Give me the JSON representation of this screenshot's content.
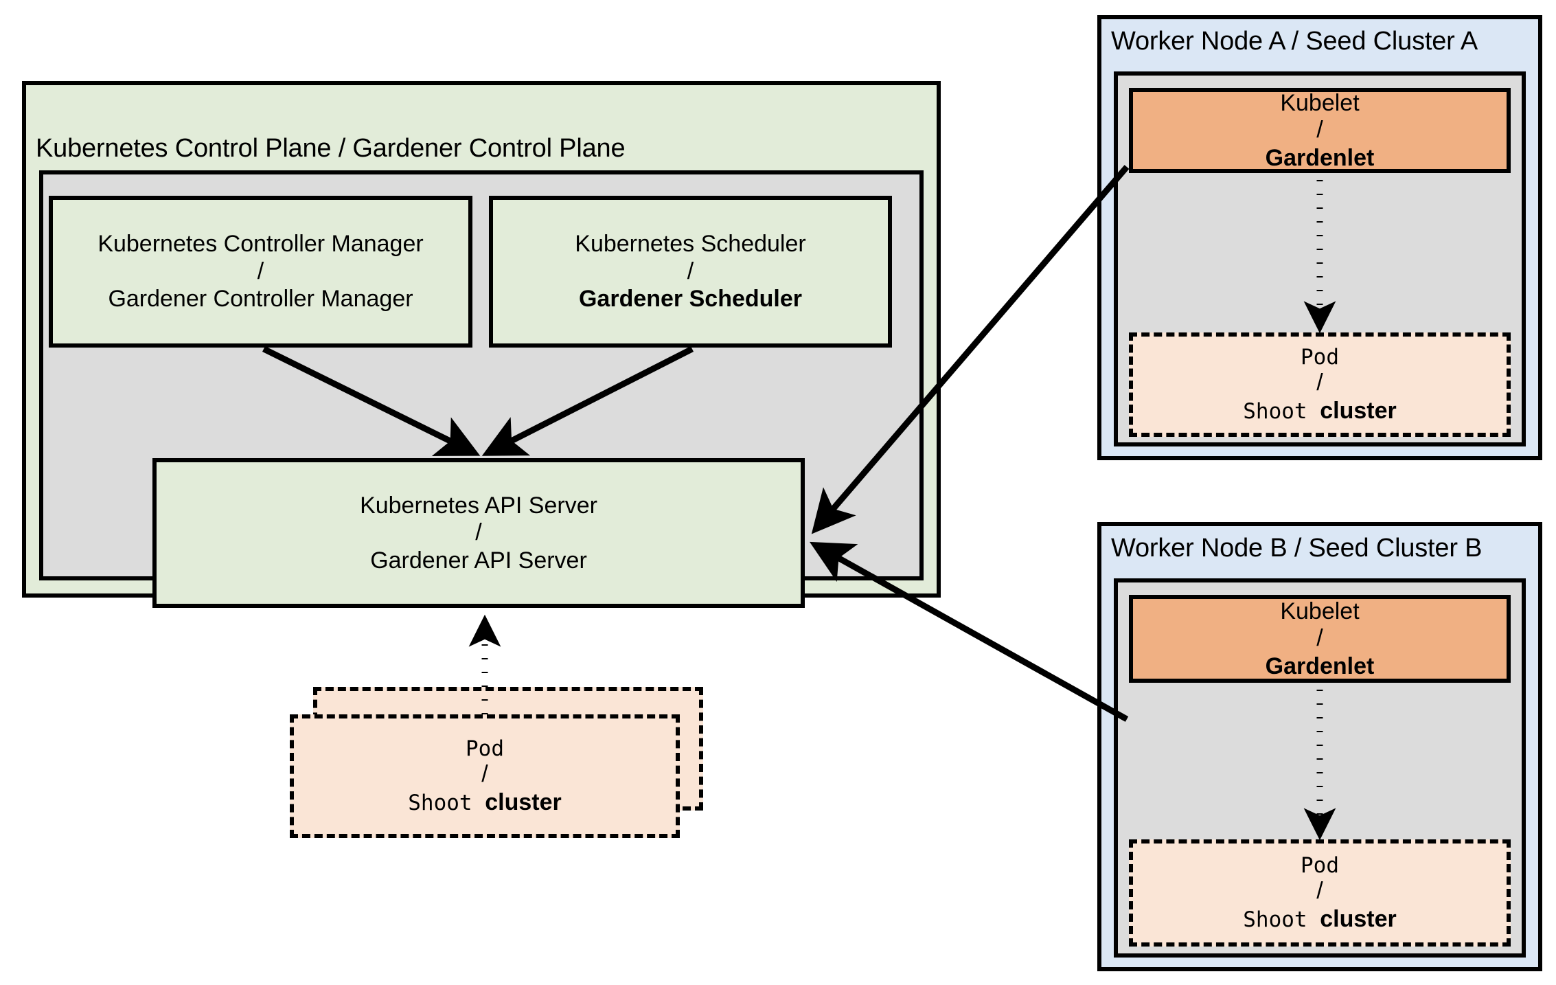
{
  "diagram": {
    "title_hidden": "Gardener architecture: Kubernetes control plane analogy",
    "colors": {
      "green_fill": "#e2ecd9",
      "grey_fill": "#dcdcdc",
      "blue_fill": "#dbe7f5",
      "orange_fill": "#f0b083",
      "pod_fill": "#fae5d6",
      "stroke": "#000000"
    }
  },
  "control_plane": {
    "title": "Kubernetes Control Plane / Gardener Control Plane",
    "controller_manager": {
      "line1": "Kubernetes Controller Manager",
      "separator": "/",
      "line2": "Gardener Controller Manager"
    },
    "scheduler": {
      "line1": "Kubernetes Scheduler",
      "separator": "/",
      "line2": "Gardener Scheduler"
    },
    "api_server": {
      "line1": "Kubernetes API Server",
      "separator": "/",
      "line2": "Gardener API Server"
    },
    "pod": {
      "line1": "Pod",
      "separator": "/",
      "line2_mono": "Shoot",
      "line2_bold": "cluster"
    }
  },
  "worker_node_a": {
    "title": "Worker Node A / Seed Cluster A",
    "kubelet": {
      "line1": "Kubelet",
      "separator": "/",
      "line2": "Gardenlet"
    },
    "pod": {
      "line1": "Pod",
      "separator": "/",
      "line2_mono": "Shoot",
      "line2_bold": "cluster"
    }
  },
  "worker_node_b": {
    "title": "Worker Node B / Seed Cluster B",
    "kubelet": {
      "line1": "Kubelet",
      "separator": "/",
      "line2": "Gardenlet"
    },
    "pod": {
      "line1": "Pod",
      "separator": "/",
      "line2_mono": "Shoot",
      "line2_bold": "cluster"
    }
  },
  "connections": [
    {
      "name": "controller-manager-to-api-server",
      "style": "solid",
      "direction": "down"
    },
    {
      "name": "scheduler-to-api-server",
      "style": "solid",
      "direction": "down"
    },
    {
      "name": "control-plane-pod-to-api-server",
      "style": "dotted",
      "direction": "up"
    },
    {
      "name": "gardenlet-a-to-api-server",
      "style": "solid",
      "direction": "left"
    },
    {
      "name": "gardenlet-b-to-api-server",
      "style": "solid",
      "direction": "left"
    },
    {
      "name": "gardenlet-a-to-pod-a",
      "style": "dotted",
      "direction": "down"
    },
    {
      "name": "gardenlet-b-to-pod-b",
      "style": "dotted",
      "direction": "down"
    }
  ]
}
